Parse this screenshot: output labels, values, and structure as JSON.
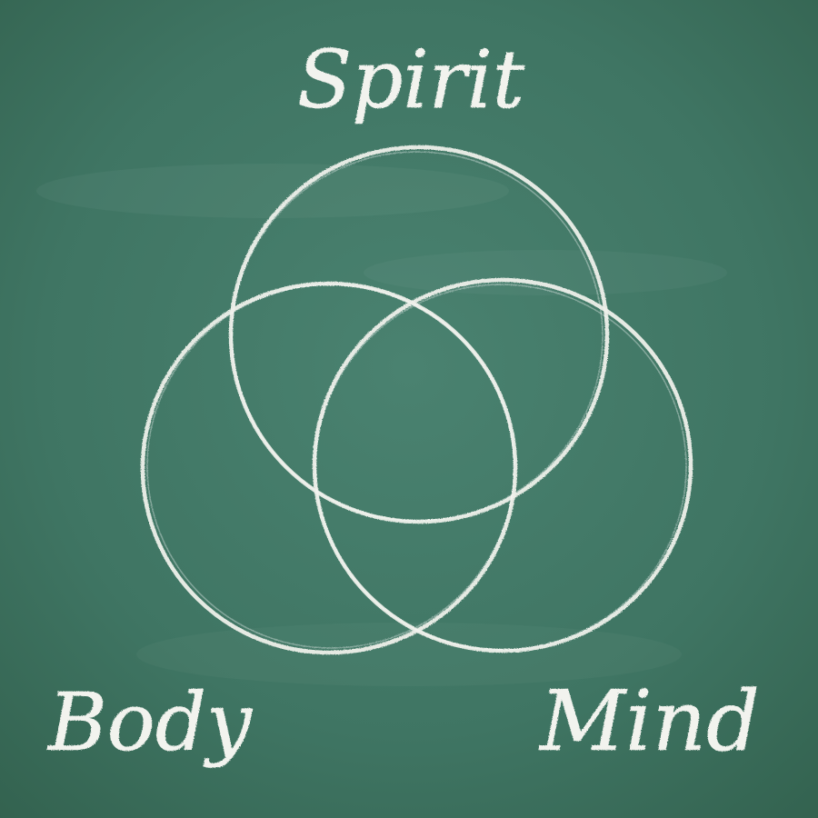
{
  "diagram": {
    "type": "venn",
    "sets": [
      {
        "id": "spirit",
        "label": "Spirit"
      },
      {
        "id": "body",
        "label": "Body"
      },
      {
        "id": "mind",
        "label": "Mind"
      }
    ]
  },
  "colors": {
    "board": "#3f7563",
    "chalk": "#eef0ea"
  }
}
